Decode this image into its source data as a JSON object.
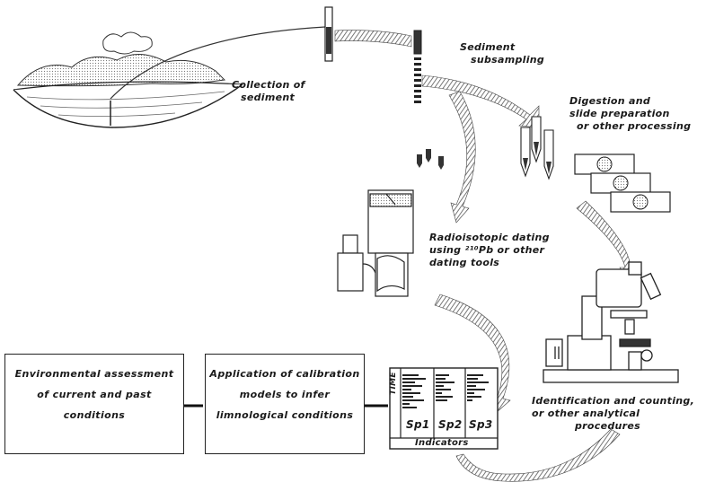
{
  "labels": {
    "collection": [
      "Collection of",
      "sediment"
    ],
    "subsampling": [
      "Sediment",
      "subsampling"
    ],
    "digestion": [
      "Digestion and",
      "slide preparation",
      "or other processing"
    ],
    "dating": [
      "Radioisotopic dating",
      "using ²¹⁰Pb or other",
      "dating tools"
    ],
    "identification": [
      "Identification and counting,",
      "or other analytical",
      "procedures"
    ]
  },
  "boxes": {
    "calibration": [
      "Application of calibration",
      "models to infer",
      "limnological conditions"
    ],
    "assessment": [
      "Environmental assessment",
      "of current and past",
      "conditions"
    ]
  },
  "stratigraphy": {
    "axis_label": "TIME",
    "columns": [
      "Sp1",
      "Sp2",
      "Sp3"
    ],
    "footer": "Indicators"
  },
  "colors": {
    "ink": "#1a1a1a",
    "hatch": "#555555",
    "background": "#ffffff"
  }
}
